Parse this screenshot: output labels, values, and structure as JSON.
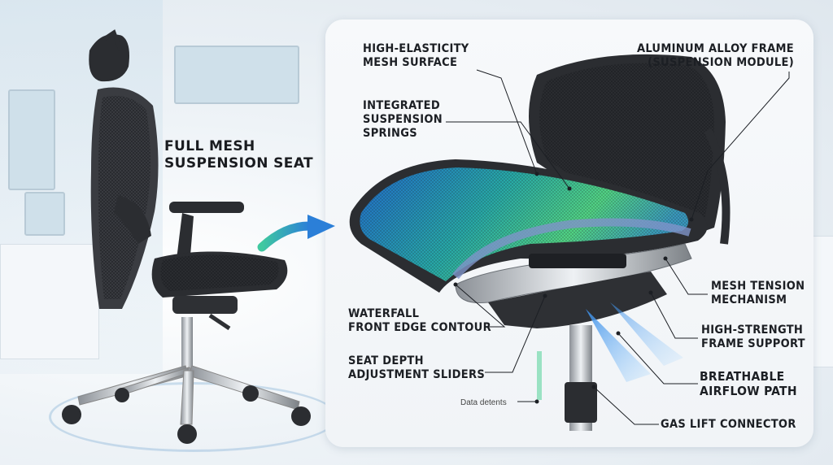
{
  "left_title": "FULL MESH\nSUSPENSION SEAT",
  "callouts": {
    "mesh_surface": "HIGH-ELASTICITY\nMESH SURFACE",
    "springs": "INTEGRATED\nSUSPENSION\nSPRINGS",
    "frame": "ALUMINUM ALLOY FRAME\n(SUSPENSION MODULE)",
    "waterfall": "WATERFALL\nFRONT EDGE CONTOUR",
    "seat_depth": "SEAT DEPTH\nADJUSTMENT SLIDERS",
    "tension": "MESH TENSION\nMECHANISM",
    "frame_support": "HIGH-STRENGTH\nFRAME SUPPORT",
    "airflow": "BREATHABLE\nAIRFLOW PATH",
    "gas_lift": "GAS LIFT CONNECTOR"
  },
  "detents_note": "Data detents",
  "colors": {
    "accent_teal": "#2aa6a8",
    "accent_green": "#4fd98a",
    "accent_blue": "#2f7de0",
    "chair_dark": "#2b2d31",
    "chrome": "#b9bec4"
  }
}
